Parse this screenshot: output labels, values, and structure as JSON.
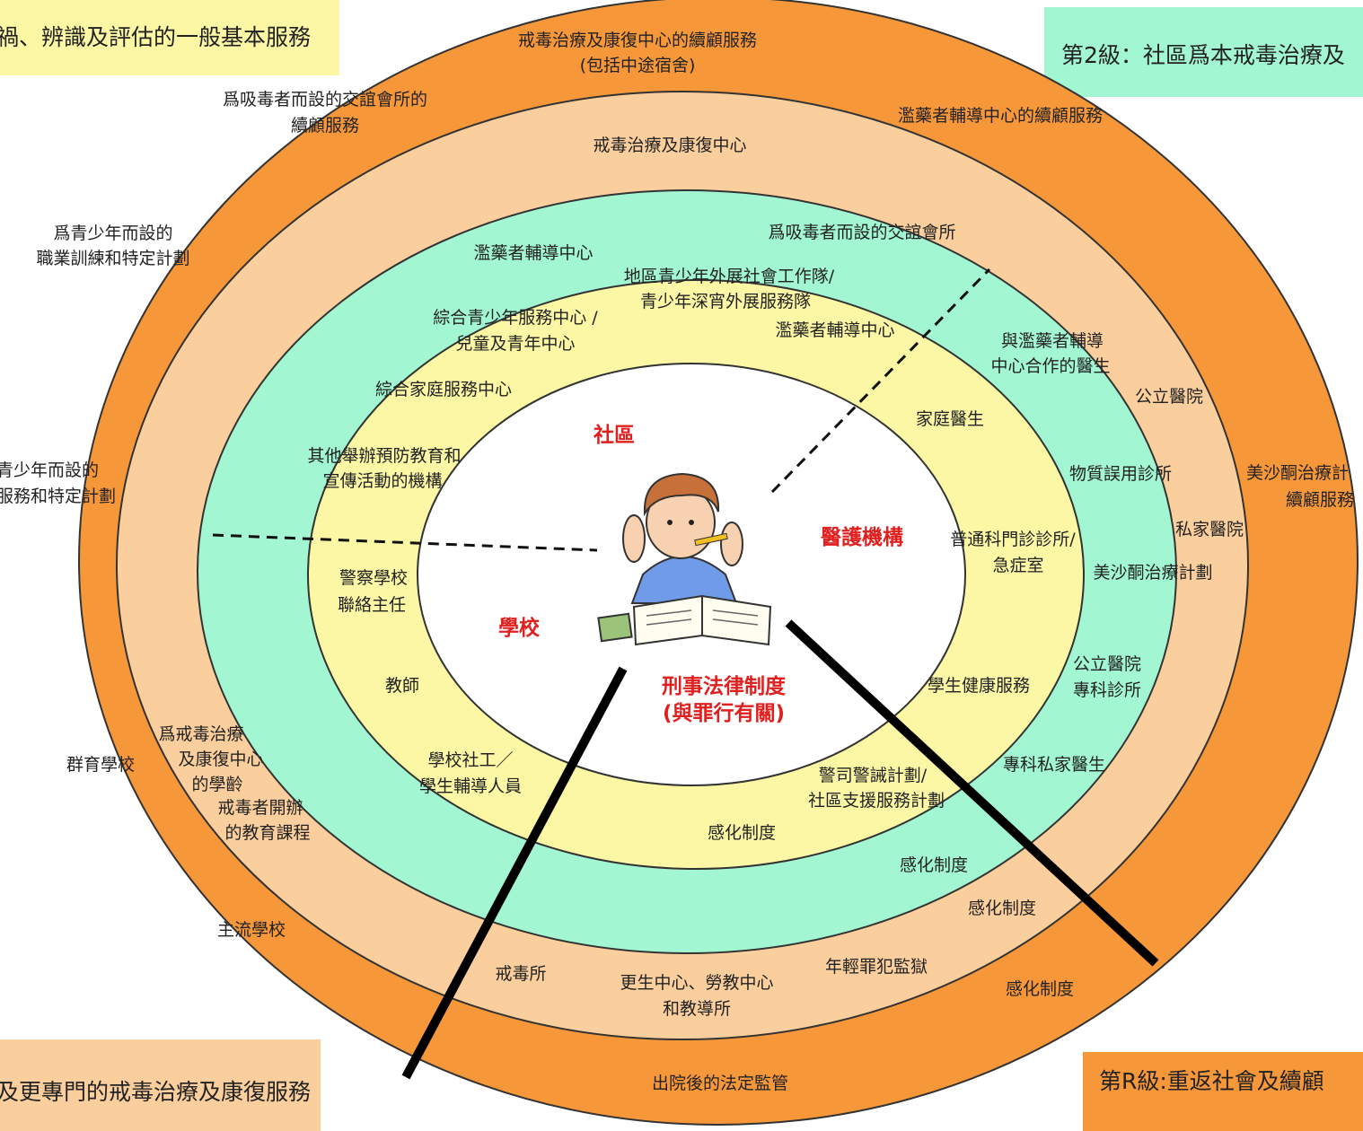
{
  "colors": {
    "outer_ring": "#f6973a",
    "second_ring": "#fbcf9d",
    "third_ring": "#a2f6d2",
    "fourth_ring": "#fbf7a4",
    "center": "#ffffff",
    "legend_level1": "#fbf7a4",
    "legend_level2": "#a2f6d2",
    "legend_level3": "#fbcf9d",
    "legend_levelR": "#f6973a",
    "sector_label": "#e0201f"
  },
  "legends": {
    "level1": "禍、辨識及評估的一般基本服務",
    "level2": "第2級：社區爲本戒毒治療及",
    "level3": "及更專門的戒毒治療及康復服務",
    "levelR": "第R級:重返社會及續顧"
  },
  "center": {
    "illustration": "student-studying-icon",
    "sectors": {
      "community": "社區",
      "medical": "醫護機構",
      "school": "學校",
      "justice_line1": "刑事法律制度",
      "justice_line2": "(與罪行有關)"
    }
  },
  "ring1": {
    "community": [
      "綜合家庭服務中心",
      "其他舉辦預防教育和",
      "宣傳活動的機構"
    ],
    "medical": [
      "家庭醫生",
      "普通科門診診所/",
      "急症室",
      "學生健康服務"
    ],
    "school": [
      "警察學校",
      "聯絡主任",
      "教師",
      "學校社工／",
      "學生輔導人員"
    ],
    "justice": [
      "警司警誡計劃/",
      "社區支援服務計劃",
      "感化制度"
    ]
  },
  "ring2": {
    "community": [
      "濫藥者輔導中心",
      "地區青少年外展社會工作隊/",
      "青少年深宵外展服務隊",
      "綜合青少年服務中心 /",
      "兒童及青年中心",
      "濫藥者輔導中心"
    ],
    "medical": [
      "與濫藥者輔導",
      "中心合作的醫生",
      "物質誤用診所",
      "美沙酮治療計劃",
      "公立醫院",
      "專科診所",
      "專科私家醫生"
    ],
    "justice": [
      "感化制度"
    ]
  },
  "ring3": {
    "community": [
      "戒毒治療及康復中心",
      "爲吸毒者而設的交誼會所"
    ],
    "medical": [
      "公立醫院",
      "私家醫院"
    ],
    "school": [
      "爲戒毒治療",
      "及康復中心",
      "的學齡",
      "戒毒者開辦",
      "的教育課程"
    ],
    "justice": [
      "戒毒所",
      "更生中心、勞教中心",
      "和教導所",
      "年輕罪犯監獄",
      "感化制度"
    ]
  },
  "ring4": {
    "community": [
      "戒毒治療及康復中心的續顧服務",
      "(包括中途宿舍)",
      "爲吸毒者而設的交誼會所的",
      "續顧服務",
      "濫藥者輔導中心的續顧服務",
      "爲青少年而設的",
      "職業訓練和特定計劃"
    ],
    "left": [
      "青少年而設的",
      "服務和特定計劃"
    ],
    "medical": [
      "美沙酮治療計",
      "續顧服務"
    ],
    "school": [
      "群育學校",
      "主流學校"
    ],
    "justice": [
      "出院後的法定監管",
      "感化制度"
    ]
  }
}
